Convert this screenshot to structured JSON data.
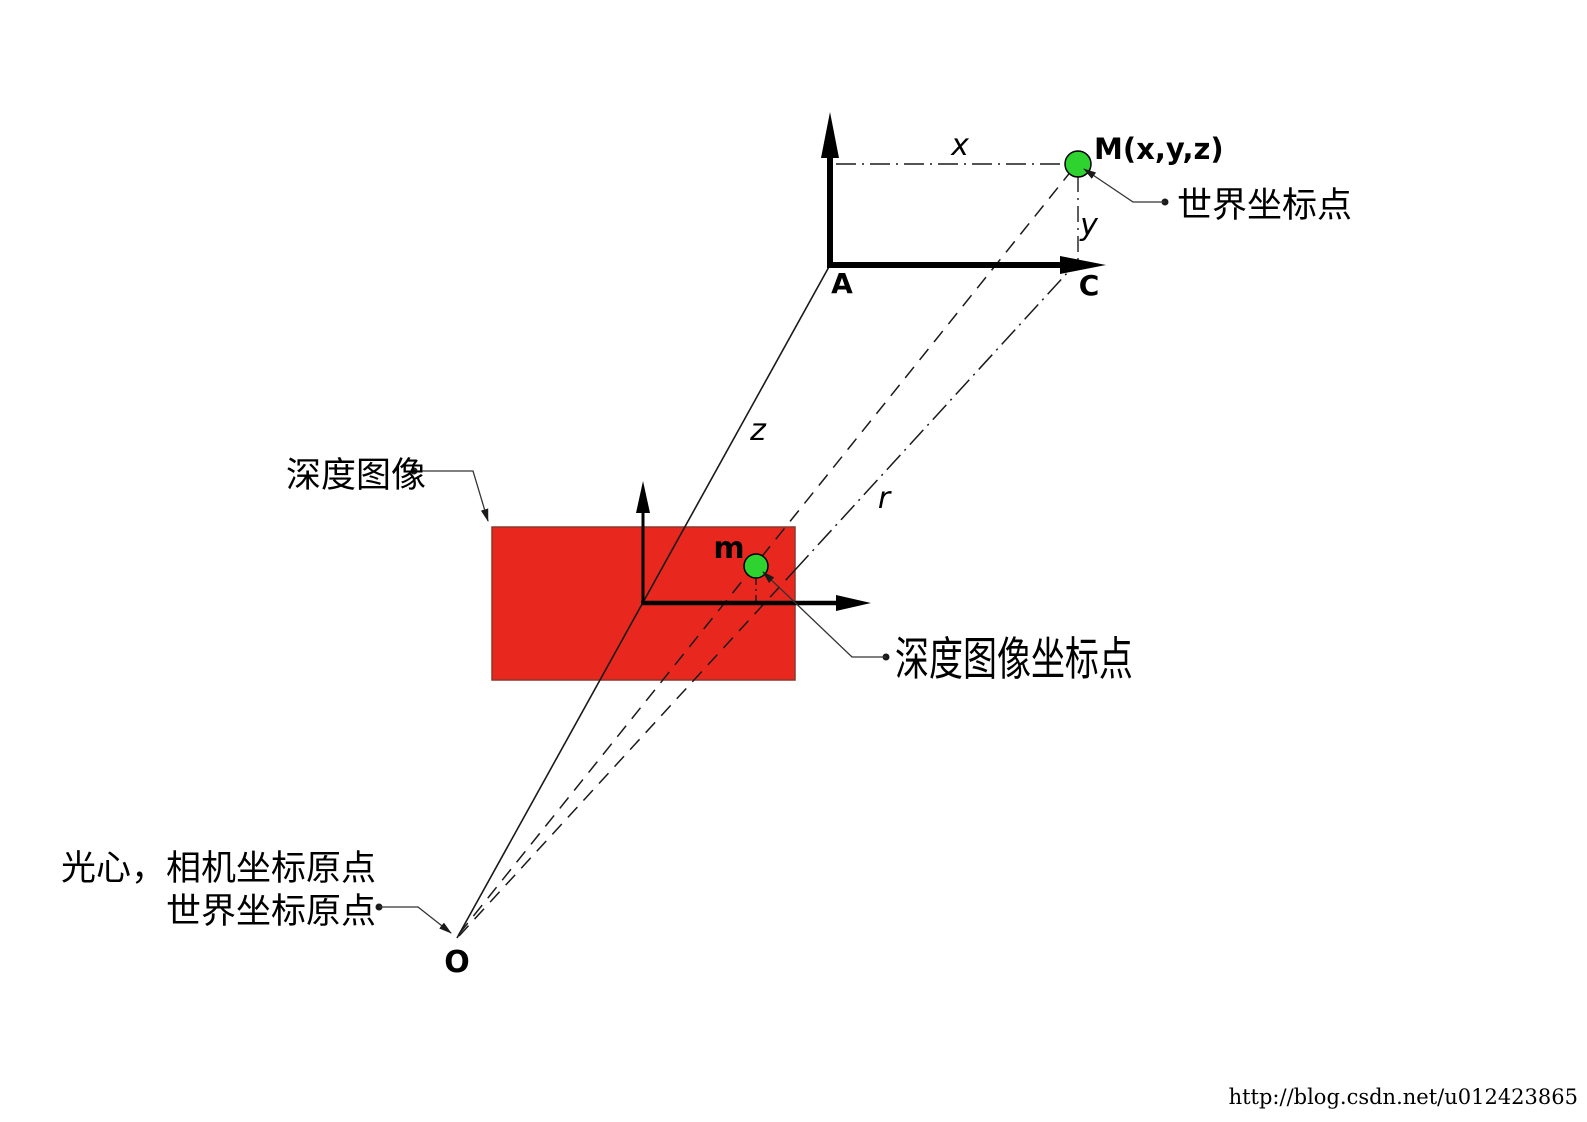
{
  "title": "depth-image / world coordinate projection diagram",
  "colors": {
    "depth_image_red": "#e8281e",
    "depth_image_border": "#8b372c",
    "point_green": "#2fd32f",
    "line_black": "#000000",
    "leader_gray": "#333333",
    "watermark_gray": "#cfcfcf"
  },
  "points": {
    "world_point_label": "M(x,y,z)",
    "image_point_label": "m",
    "axis_origin_label": "A",
    "axis_c_label": "C",
    "optical_center_label": "O"
  },
  "axis_labels": {
    "x": "x",
    "y": "y",
    "z": "z",
    "r": "r"
  },
  "annotations": {
    "depth_image": "深度图像",
    "world_point": "世界坐标点",
    "depth_image_point": "深度图像坐标点",
    "optical_center_line1": "光心，相机坐标原点",
    "optical_center_line2": "世界坐标原点"
  },
  "watermark": "http://blog.csdn.net/u012423865"
}
